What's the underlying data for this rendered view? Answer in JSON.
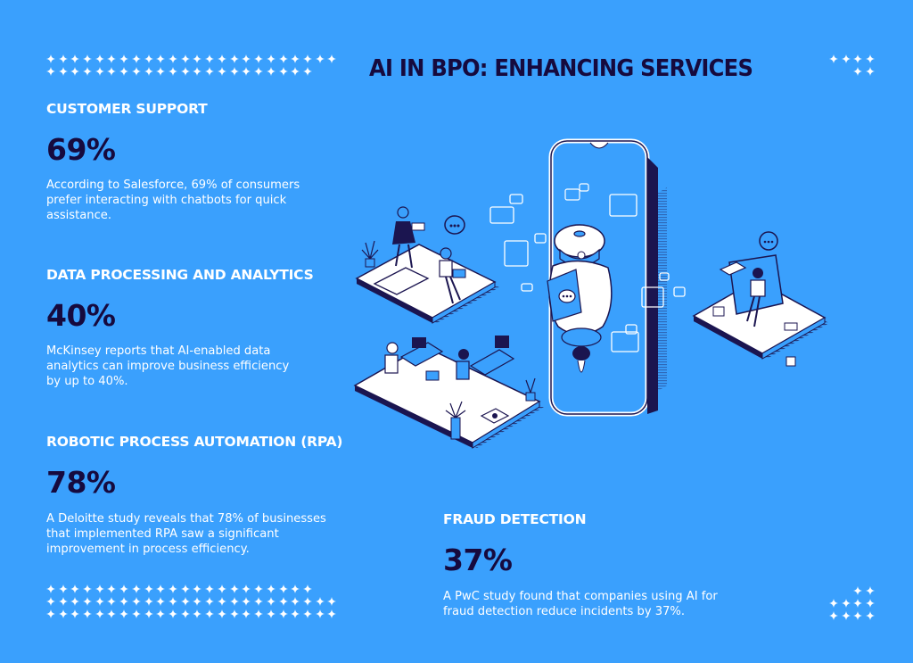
{
  "title": "AI IN BPO: ENHANCING SERVICES",
  "colors": {
    "background": "#3aa0fd",
    "heading_dark": "#160a3e",
    "heading_light": "#ffffff",
    "illustration_line": "#1b1550"
  },
  "sections": [
    {
      "heading": "CUSTOMER SUPPORT",
      "stat": "69%",
      "body": [
        "According to Salesforce, 69% of consumers",
        "prefer interacting with chatbots for quick",
        "assistance."
      ]
    },
    {
      "heading": "DATA PROCESSING AND ANALYTICS",
      "stat": "40%",
      "body": [
        "McKinsey reports that AI-enabled data",
        "analytics can improve business efficiency",
        "by up to 40%."
      ]
    },
    {
      "heading": "ROBOTIC PROCESS AUTOMATION (RPA)",
      "stat": "78%",
      "body": [
        "A Deloitte study reveals that 78% of businesses",
        "that implemented RPA saw a significant",
        "improvement in process efficiency."
      ]
    },
    {
      "heading": "FRAUD DETECTION",
      "stat": "37%",
      "body": [
        "A PwC study found that companies using AI for",
        "fraud detection reduce incidents by 37%."
      ]
    }
  ],
  "decorations": {
    "sparkle_icon": "four-point-star-icon",
    "top_left_rows": [
      24,
      22
    ],
    "top_right_rows": [
      4,
      2
    ],
    "bottom_left_rows": [
      22,
      24,
      24
    ],
    "bottom_right_rows": [
      2,
      4,
      4
    ]
  },
  "illustration": {
    "description": "Isometric scene: smartphone with chatbot robot, chat bubbles, and office workers on platforms",
    "chat_bubble_text": "..."
  }
}
